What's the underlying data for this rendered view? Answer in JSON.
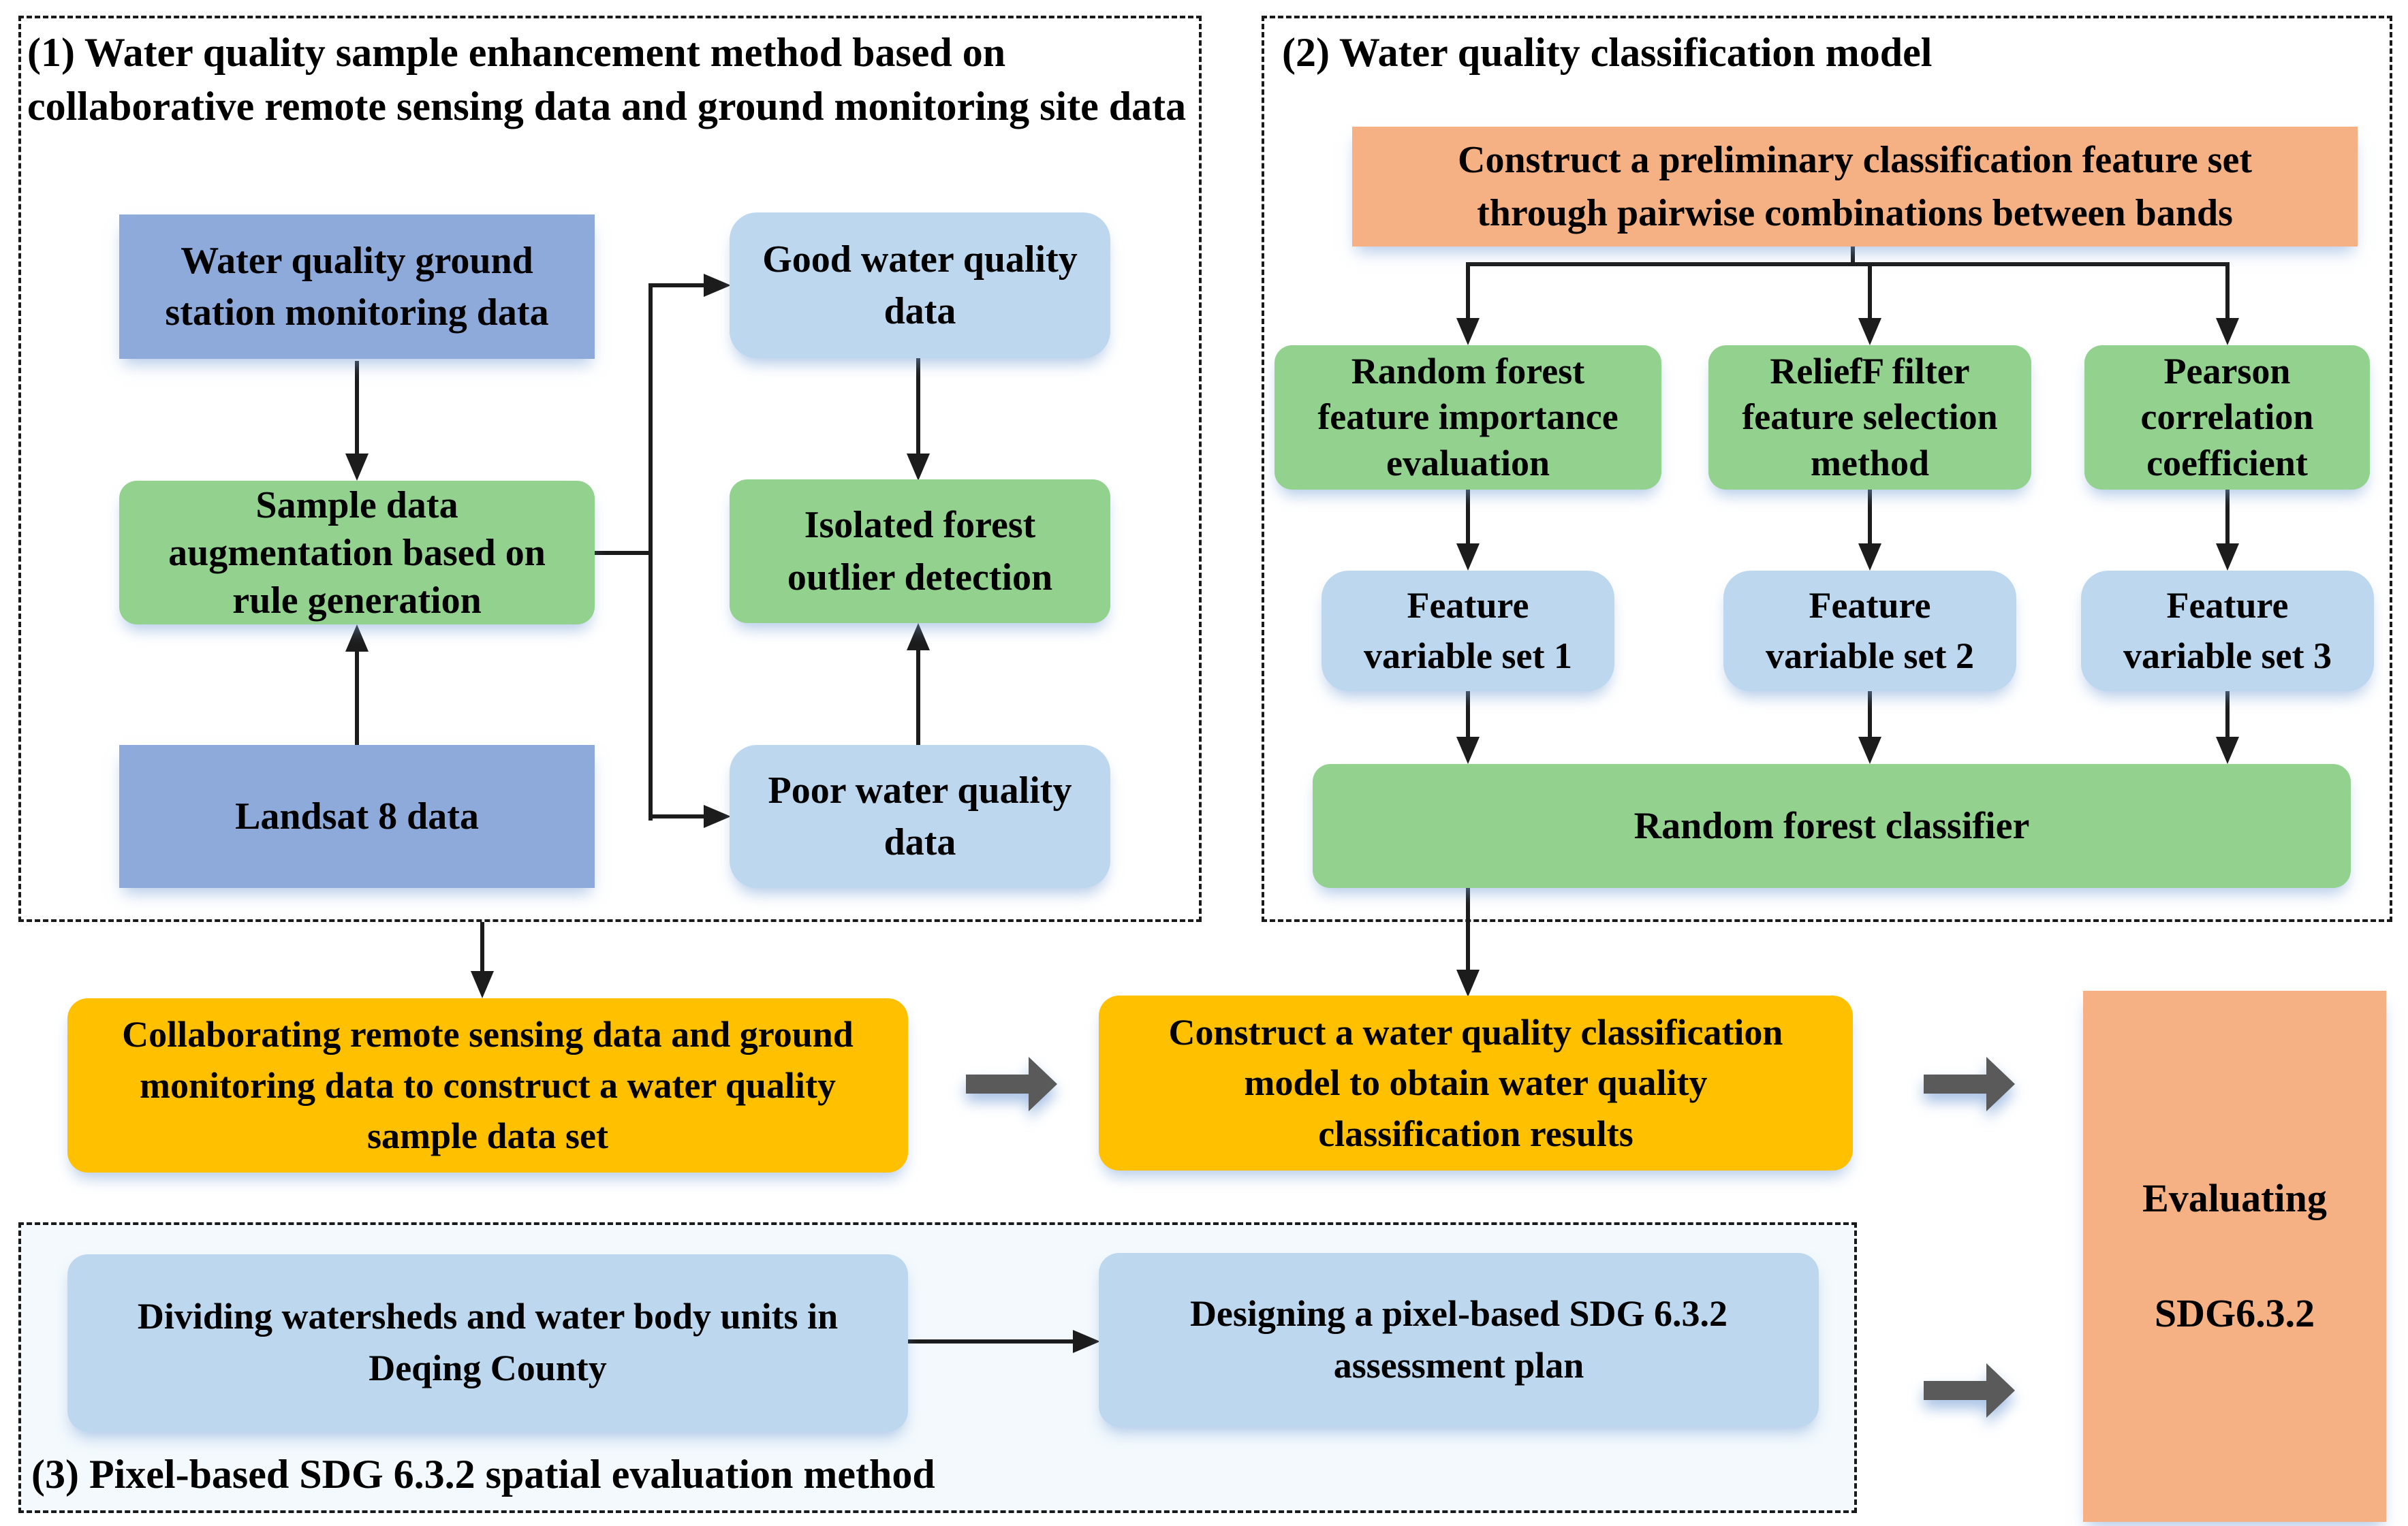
{
  "panel1": {
    "title": "(1) Water quality sample enhancement method based on\ncollaborative remote sensing data and ground monitoring site data",
    "nodes": {
      "ground": "Water quality ground\nstation monitoring data",
      "good": "Good water quality\ndata",
      "augment": "Sample data\naugmentation based on\nrule generation",
      "isolated": "Isolated forest\noutlier detection",
      "landsat": "Landsat 8 data",
      "poor": "Poor water quality\ndata"
    }
  },
  "panel2": {
    "title": "(2) Water quality classification model",
    "nodes": {
      "construct": "Construct a preliminary classification feature set\nthrough pairwise combinations between bands",
      "rf_importance": "Random forest\nfeature importance\nevaluation",
      "relieff": "ReliefF filter\nfeature selection\nmethod",
      "pearson": "Pearson\ncorrelation\ncoefficient",
      "set1": "Feature\nvariable set 1",
      "set2": "Feature\nvariable set 2",
      "set3": "Feature\nvariable set 3",
      "classifier": "Random forest classifier"
    }
  },
  "panel3": {
    "title": "(3) Pixel-based SDG 6.3.2 spatial evaluation method",
    "nodes": {
      "dividing": "Dividing watersheds and water body units in\nDeqing County",
      "designing": "Designing a pixel-based SDG 6.3.2\nassessment plan"
    }
  },
  "flow": {
    "collab": "Collaborating remote sensing data and ground\nmonitoring data to construct a water quality\nsample data set",
    "construct_model": "Construct a water quality classification\nmodel to obtain water quality\nclassification results",
    "evaluating_line1": "Evaluating",
    "evaluating_line2": "SDG6.3.2"
  },
  "colors": {
    "blue": "#8EAADB",
    "light_blue": "#BDD7EE",
    "green": "#93D18F",
    "orange": "#F5B183",
    "yellow": "#FFC000",
    "arrow_gray": "#5A5A5A",
    "line_black": "#1C1C1C",
    "panel3_background": "#F3F9FD"
  }
}
